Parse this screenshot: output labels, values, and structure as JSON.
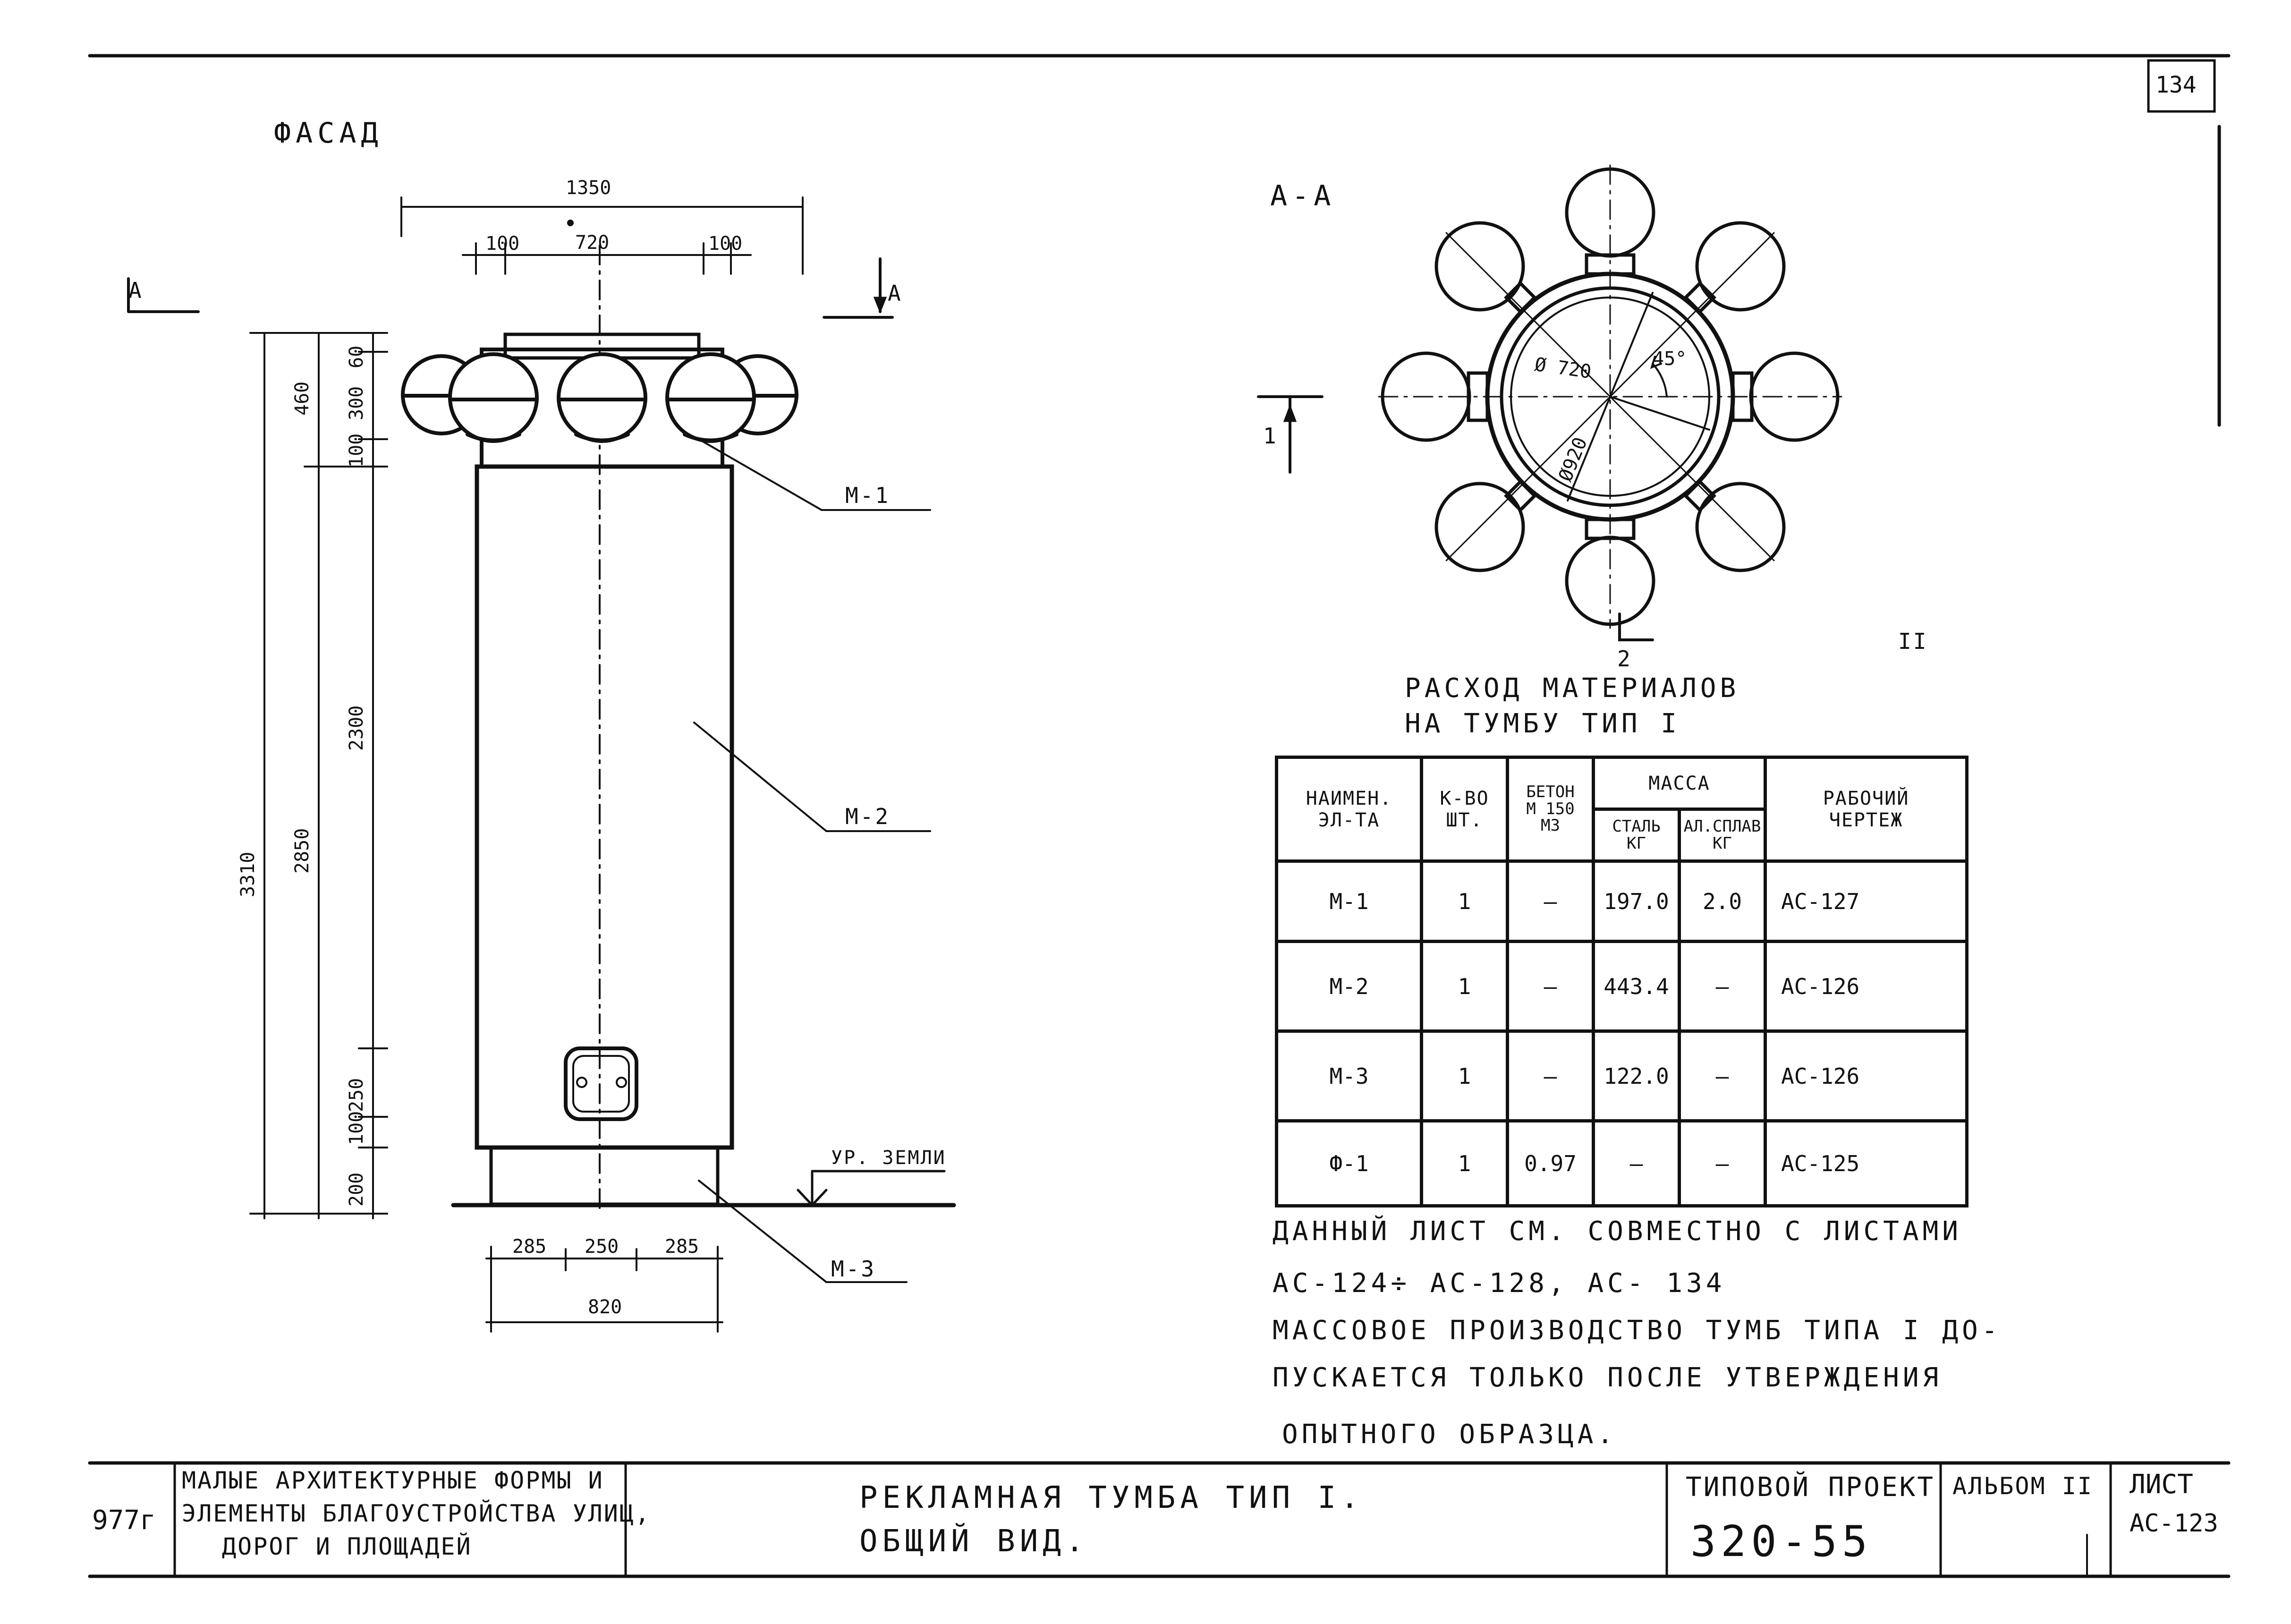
{
  "sheet_number_corner": "134",
  "facade": {
    "title": "ФАСАД",
    "section_marker": "А",
    "dims_top": {
      "total": "1350",
      "left_offset": "100",
      "center": "720",
      "right_offset": "100"
    },
    "dims_left_outer": {
      "top": "460",
      "overall": "3310",
      "bottom": "2850"
    },
    "dims_left_inner": [
      "60",
      "300",
      "100",
      "2300",
      "250",
      "100",
      "200"
    ],
    "dims_bottom": {
      "left": "285",
      "center": "250",
      "right": "285",
      "base": "820"
    },
    "callouts": [
      "М-1",
      "М-2",
      "М-3"
    ],
    "ground_label": "УР. ЗЕМЛИ"
  },
  "section": {
    "title": "А-А",
    "marker_left": "1",
    "marker_bottom": "2",
    "marker_right": "II",
    "dims": {
      "inner_diameter": "Ø 720",
      "outer_diameter": "Ø920",
      "angle": "45°"
    },
    "lamp_count": 8
  },
  "materials": {
    "title_line1": "РАСХОД МАТЕРИАЛОВ",
    "title_line2": "НА ТУМБУ ТИП I",
    "headers": {
      "name": [
        "НАИМЕН.",
        "ЭЛ-ТА"
      ],
      "qty": [
        "К-ВО",
        "ШТ."
      ],
      "concrete": [
        "БЕТОН",
        "М 150",
        "М3"
      ],
      "mass": "МАССА",
      "steel": [
        "СТАЛЬ",
        "КГ"
      ],
      "alloy": [
        "АЛ.СПЛАВ",
        "КГ"
      ],
      "drawing": [
        "РАБОЧИЙ",
        "ЧЕРТЕЖ"
      ]
    },
    "rows": [
      {
        "name": "М-1",
        "qty": "1",
        "concrete": "–",
        "steel": "197.0",
        "alloy": "2.0",
        "drawing": "АС-127"
      },
      {
        "name": "М-2",
        "qty": "1",
        "concrete": "–",
        "steel": "443.4",
        "alloy": "–",
        "drawing": "АС-126"
      },
      {
        "name": "М-3",
        "qty": "1",
        "concrete": "–",
        "steel": "122.0",
        "alloy": "–",
        "drawing": "АС-126"
      },
      {
        "name": "Ф-1",
        "qty": "1",
        "concrete": "0.97",
        "steel": "–",
        "alloy": "–",
        "drawing": "АС-125"
      }
    ]
  },
  "notes": [
    "ДАННЫЙ ЛИСТ СМ. СОВМЕСТНО С ЛИСТАМИ",
    "АС-124÷ АС-128, АС- 134",
    "МАССОВОЕ ПРОИЗВОДСТВО ТУМБ ТИПА I ДО-",
    "ПУСКАЕТСЯ ТОЛЬКО ПОСЛЕ УТВЕРЖДЕНИЯ",
    "ОПЫТНОГО ОБРАЗЦА."
  ],
  "title_block": {
    "year": "977г",
    "series_line1": "МАЛЫЕ АРХИТЕКТУРНЫЕ ФОРМЫ И",
    "series_line2": "ЭЛЕМЕНТЫ БЛАГОУСТРОЙСТВА УЛИЦ,",
    "series_line3": "ДОРОГ И ПЛОЩАДЕЙ",
    "drawing_title_line1": "РЕКЛАМНАЯ ТУМБА ТИП I.",
    "drawing_title_line2": "ОБЩИЙ ВИД.",
    "project_label": "ТИПОВОЙ ПРОЕКТ",
    "project_number": "320-55",
    "album": "АЛЬБОМ II",
    "sheet_label": "ЛИСТ",
    "sheet_number": "АС-123"
  }
}
